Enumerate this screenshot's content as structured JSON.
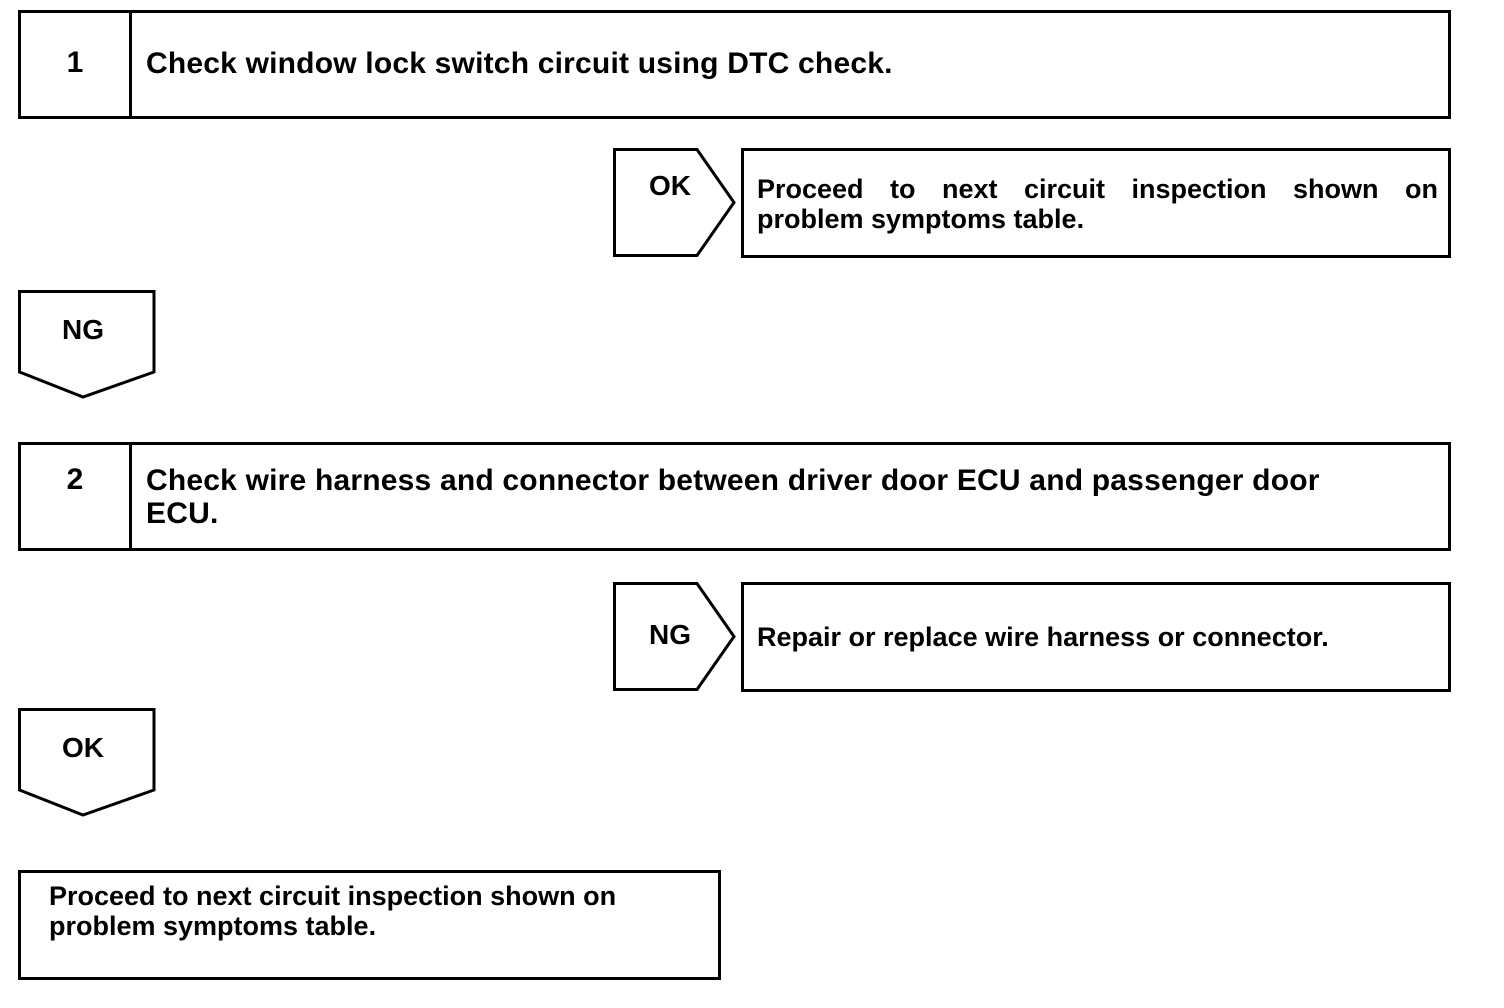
{
  "steps": [
    {
      "number": "1",
      "text": "Check window lock switch circuit using DTC check."
    },
    {
      "number": "2",
      "text": "Check wire harness and connector between driver door ECU and passenger door ECU."
    }
  ],
  "branches": {
    "step1_side_label": "OK",
    "step1_side_result": "Proceed to next circuit inspection shown on problem symptoms table.",
    "step1_down_label": "NG",
    "step2_side_label": "NG",
    "step2_side_result": "Repair or replace wire harness or connector.",
    "step2_down_label": "OK"
  },
  "final_result": "Proceed to next circuit inspection shown on problem symptoms table."
}
